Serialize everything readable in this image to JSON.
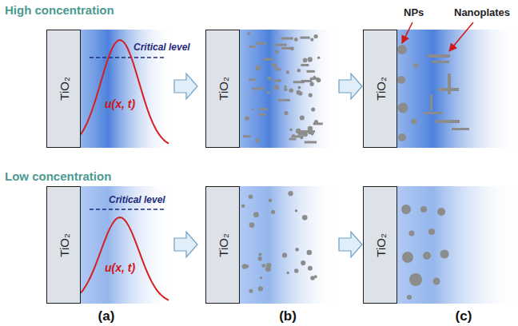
{
  "diagram": {
    "nodes": [
      {
        "text": [
          "TiO₂"
        ]
      },
      {
        "text": [
          "TiO₂"
        ]
      },
      {
        "text": [
          "TiO₂"
        ]
      },
      {
        "text": [
          "TiO₂"
        ]
      },
      {
        "text": [
          "TiO₂"
        ]
      },
      {
        "text": [
          "TiO₂"
        ]
      }
    ],
    "labels": [
      "High concentration",
      "Critical level",
      "u(x, t)",
      "NPs",
      "Nanoplates",
      "Low concentration",
      "Critical level",
      "u(x, t)",
      "(a)",
      "(b)",
      "(c)"
    ]
  }
}
